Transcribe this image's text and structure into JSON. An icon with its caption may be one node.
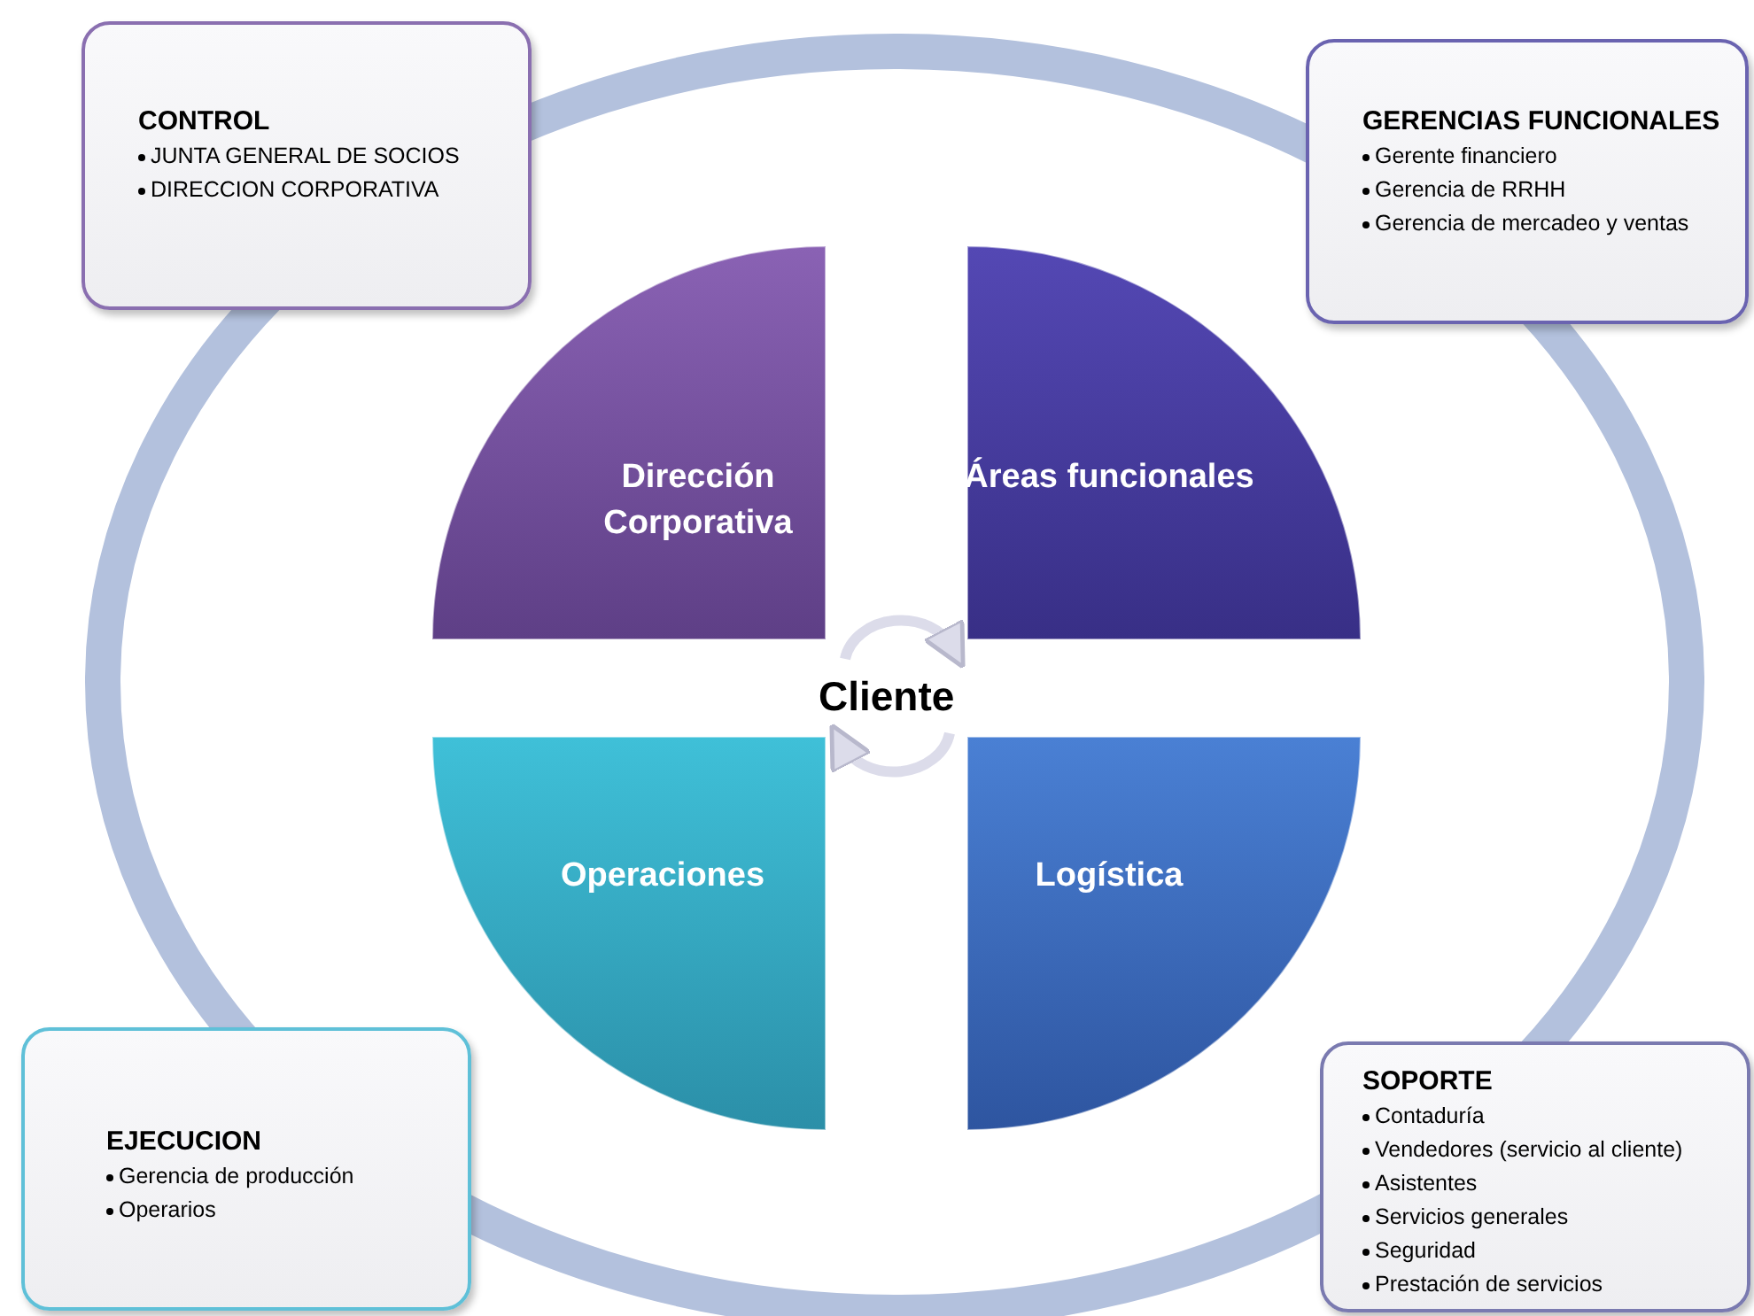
{
  "diagram": {
    "nodes": [
      {
        "text": [
          "CONTROL",
          "JUNTA GENERAL DE SOCIOS",
          "DIRECCION CORPORATIVA"
        ]
      },
      {
        "text": [
          "GERENCIAS FUNCIONALES",
          "Gerente financiero",
          "Gerencia de RRHH",
          "Gerencia de mercadeo y ventas"
        ]
      },
      {
        "text": [
          "Dirección Corporativa"
        ]
      },
      {
        "text": [
          "Áreas funcionales"
        ]
      },
      {
        "text": [
          "Cliente"
        ]
      },
      {
        "text": [
          "Operaciones"
        ]
      },
      {
        "text": [
          "Logística"
        ]
      },
      {
        "text": [
          "EJECUCION",
          "Gerencia de producción",
          "Operarios"
        ]
      },
      {
        "text": [
          "SOPORTE",
          "Contaduría",
          "Vendedores (servicio al cliente)",
          "Asistentes",
          "Servicios generales",
          "Seguridad",
          "Prestación de servicios"
        ]
      }
    ]
  }
}
